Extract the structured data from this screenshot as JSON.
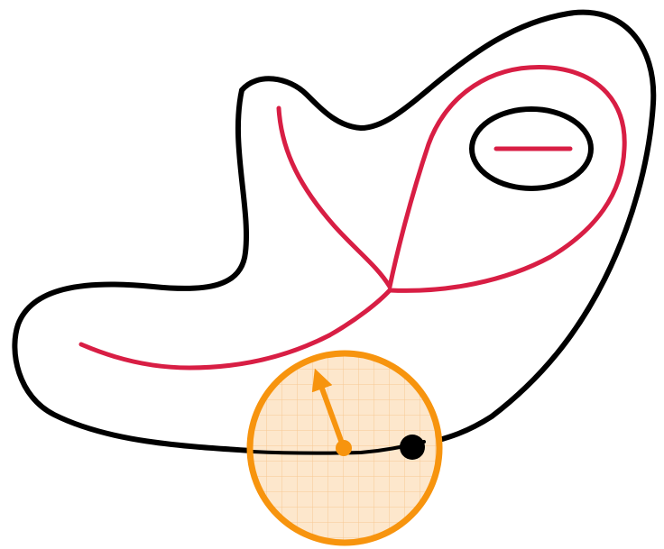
{
  "diagram": {
    "shapes": [
      {
        "name": "outer-boundary",
        "kind": "closed-curve"
      },
      {
        "name": "inner-hole",
        "kind": "closed-curve"
      }
    ],
    "skeleton": [
      {
        "name": "skeleton-hole-segment"
      },
      {
        "name": "skeleton-left-branch"
      },
      {
        "name": "skeleton-top-branch"
      },
      {
        "name": "skeleton-loop-branch"
      },
      {
        "name": "skeleton-lower-branch"
      }
    ],
    "magnifier": {
      "has_grid": true,
      "points": [
        "skeleton-foot-point",
        "boundary-point"
      ],
      "vectors": [
        "normal-arrow"
      ]
    }
  },
  "colors": {
    "boundary": "#000000",
    "skeleton": "#d81e44",
    "accent": "#f7940e",
    "magnifier_fill": "#fde7cc",
    "magnifier_grid": "#f8c894"
  }
}
